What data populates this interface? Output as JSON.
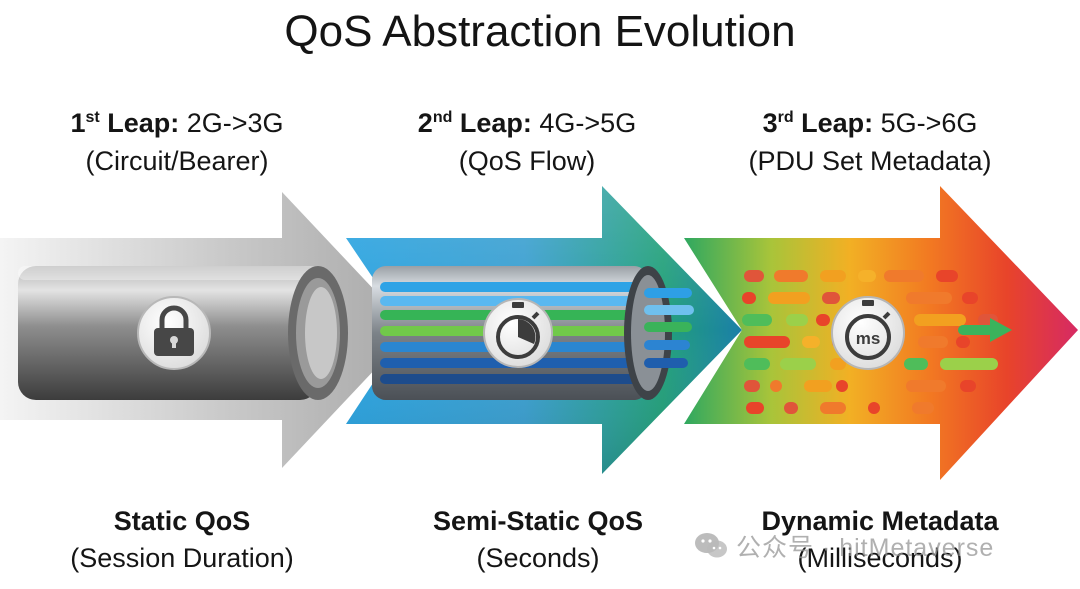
{
  "title": "QoS Abstraction Evolution",
  "stages": [
    {
      "ordinal": "1",
      "ordinal_suffix": "st",
      "leap_word": "Leap:",
      "transition": "2G->3G",
      "mechanism": "(Circuit/Bearer)",
      "qos_type": "Static QoS",
      "granularity": "(Session Duration)",
      "icon": "lock-icon",
      "color": "#8a8a8a"
    },
    {
      "ordinal": "2",
      "ordinal_suffix": "nd",
      "leap_word": "Leap:",
      "transition": "4G->5G",
      "mechanism": "(QoS Flow)",
      "qos_type": "Semi-Static QoS",
      "granularity": "(Seconds)",
      "icon": "stopwatch-icon",
      "color": "#1e8fd6"
    },
    {
      "ordinal": "3",
      "ordinal_suffix": "rd",
      "leap_word": "Leap:",
      "transition": "5G->6G",
      "mechanism": "(PDU Set Metadata)",
      "qos_type": "Dynamic Metadata",
      "granularity": "(Milliseconds)",
      "icon": "ms-stopwatch-icon",
      "icon_text": "ms",
      "color": "#e8452a"
    }
  ],
  "watermark": "公众号 · hitMetaverse"
}
